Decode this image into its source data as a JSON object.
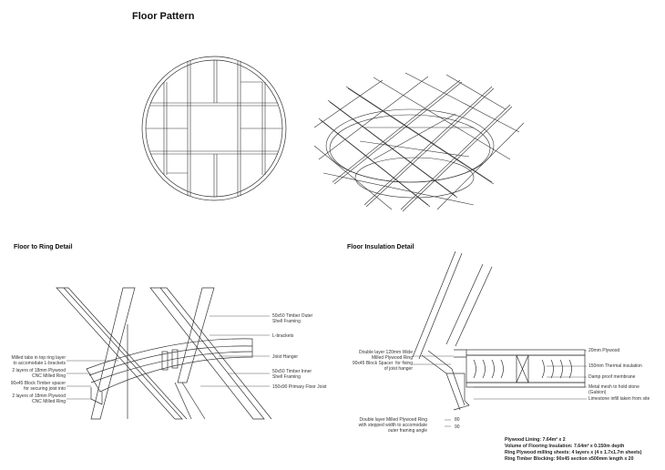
{
  "titles": {
    "floor_pattern": "Floor Pattern",
    "floor_to_ring": "Floor to Ring Detail",
    "floor_insulation": "Floor Insulation Detail"
  },
  "ring_detail": {
    "left_labels": [
      "Milled tabs in top ring layer\nto accomodate L-brackets",
      "2 layers of 18mm Plywood\nCNC Milled Ring",
      "90x45 Block Timber spacer\nfor securing joist into",
      "2 layers of 18mm Plywood\nCNC Milled Ring"
    ],
    "right_labels": [
      "50x50 Timber Outer\nShell Framing",
      "L-brackets",
      "Joist Hanger",
      "50x50 Timber Inner\nShell Framing",
      "150x90 Primary Floor Joist"
    ]
  },
  "insulation_detail": {
    "left_labels": [
      "Double layer 120mm Wide\nMilled Plywood Ring\n90x45 Block Spacer  for fixing\nof joist hanger",
      "Double layer Milled Plywood Ring\nwith stepped width to accomodate\nouter framing angle"
    ],
    "dimensions": [
      "80",
      "90"
    ],
    "right_labels": [
      "20mm Plywood",
      "150mm Thermal insulation",
      "Damp proof membrane",
      "Metal mesh to hold stone\n(Gabion)",
      "Limestone infill taken from site"
    ]
  },
  "summary": [
    "Plywood Lining: 7.64m² x 2",
    "Volume of Flooring Insulation: 7.64m² x 0.150m depth",
    "Ring Plywood milling sheets: 4 layers x (4 x 1.7x1.7m sheets)",
    "Ring Timber Blocking: 90x45 section x500mm length x 20"
  ]
}
